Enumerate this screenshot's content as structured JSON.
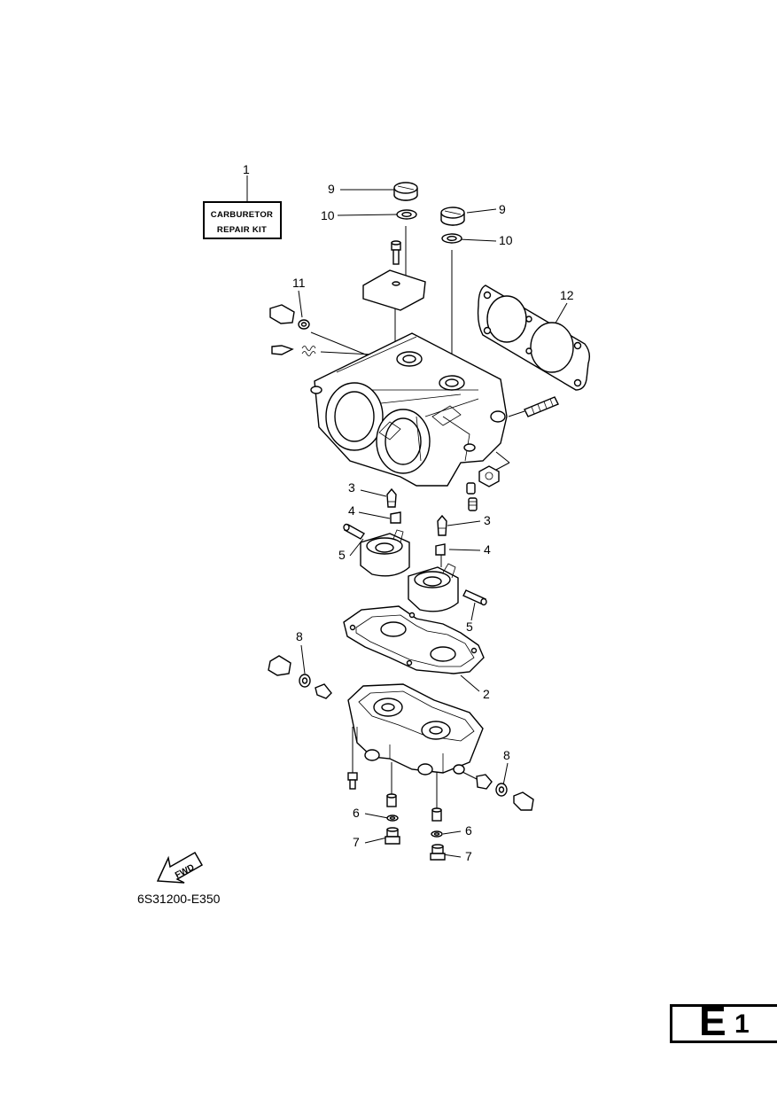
{
  "kit_label": {
    "line1": "CARBURETOR",
    "line2": "REPAIR KIT"
  },
  "callouts": {
    "c1": "1",
    "c2": "2",
    "c3a": "3",
    "c3b": "3",
    "c4a": "4",
    "c4b": "4",
    "c5a": "5",
    "c5b": "5",
    "c6a": "6",
    "c6b": "6",
    "c7a": "7",
    "c7b": "7",
    "c8a": "8",
    "c8b": "8",
    "c9a": "9",
    "c9b": "9",
    "c10a": "10",
    "c10b": "10",
    "c11": "11",
    "c12": "12"
  },
  "fwd_label": "FWD",
  "reference_code": "6S31200-E350",
  "section": {
    "letter": "E",
    "number": "1"
  }
}
